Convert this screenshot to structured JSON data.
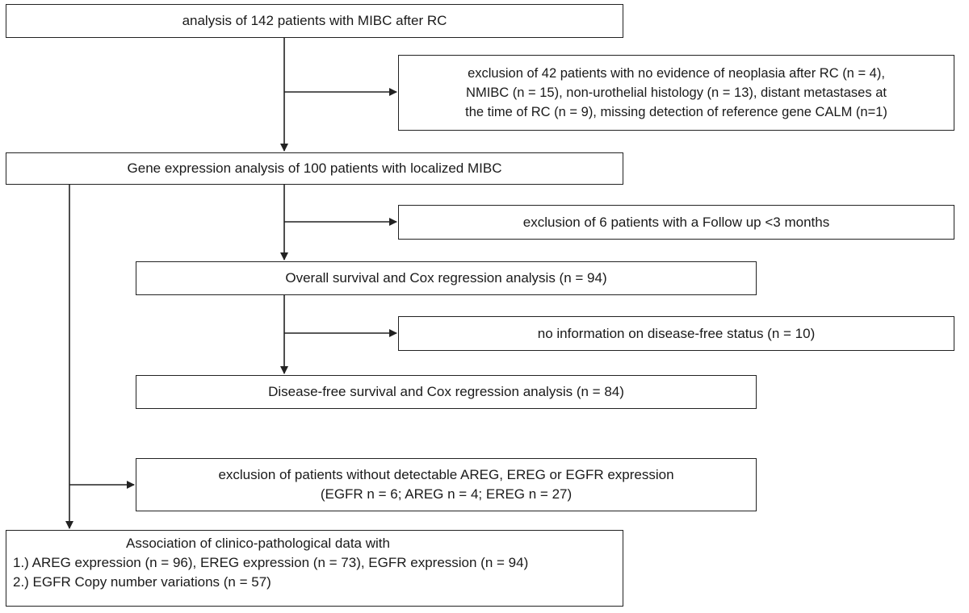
{
  "boxes": {
    "start": [
      "analysis of 142 patients with MIBC after RC"
    ],
    "exclusion1": [
      "exclusion of 42 patients with no evidence of neoplasia after RC (n = 4),",
      "NMIBC (n = 15), non-urothelial histology (n = 13), distant metastases at",
      "the time of RC (n = 9), missing detection of reference gene CALM (n=1)"
    ],
    "gene_expression": [
      "Gene expression analysis of 100 patients with localized MIBC"
    ],
    "exclusion2": [
      "exclusion of 6 patients with a Follow up <3 months"
    ],
    "overall_survival": [
      "Overall survival and Cox regression analysis (n = 94)"
    ],
    "exclusion3": [
      "no information on disease-free status (n = 10)"
    ],
    "disease_free": [
      "Disease-free survival and Cox regression analysis (n = 84)"
    ],
    "exclusion4": [
      "exclusion of patients without detectable AREG, EREG or EGFR expression",
      "(EGFR n = 6; AREG n = 4; EREG n = 27)"
    ],
    "association": [
      "Association of clinico-pathological data with",
      "1.) AREG expression (n = 96), EREG expression (n = 73), EGFR expression (n = 94)",
      "2.) EGFR Copy number variations (n = 57)"
    ]
  }
}
